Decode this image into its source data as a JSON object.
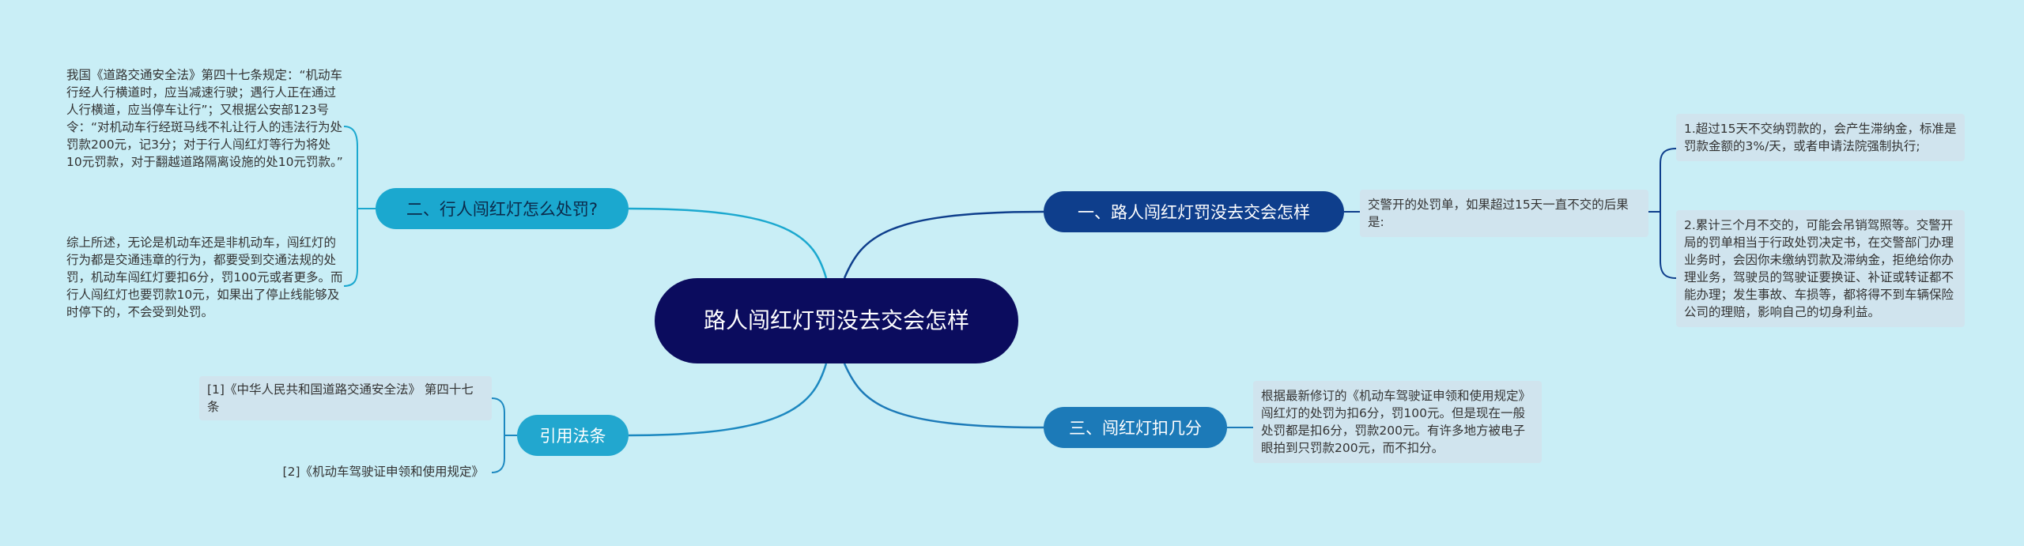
{
  "root": {
    "title": "路人闯红灯罚没去交会怎样"
  },
  "branches": {
    "b1": {
      "label": "一、路人闯红灯罚没去交会怎样"
    },
    "b2": {
      "label": "二、行人闯红灯怎么处罚?"
    },
    "b3": {
      "label": "三、闯红灯扣几分"
    },
    "b4": {
      "label": "引用法条"
    }
  },
  "details": {
    "b1_intro": "交警开的处罚单，如果超过15天一直不交的后果是:",
    "b1_item1": "1.超过15天不交纳罚款的，会产生滞纳金，标准是罚款金额的3%/天，或者申请法院强制执行;",
    "b1_item2": "2.累计三个月不交的，可能会吊销驾照等。交警开局的罚单相当于行政处罚决定书，在交警部门办理业务时，会因你未缴纳罚款及滞纳金，拒绝给你办理业务，驾驶员的驾驶证要换证、补证或转证都不能办理；发生事故、车损等，都将得不到车辆保险公司的理赔，影响自己的切身利益。",
    "b2_text1": "我国《道路交通安全法》第四十七条规定：“机动车行经人行横道时，应当减速行驶；遇行人正在通过人行横道，应当停车让行”；又根据公安部123号令：“对机动车行经斑马线不礼让行人的违法行为处罚款200元，记3分；对于行人闯红灯等行为将处10元罚款，对于翻越道路隔离设施的处10元罚款。”",
    "b2_text2": "综上所述，无论是机动车还是非机动车，闯红灯的行为都是交通违章的行为，都要受到交通法规的处罚，机动车闯红灯要扣6分，罚100元或者更多。而行人闯红灯也要罚款10元，如果出了停止线能够及时停下的，不会受到处罚。",
    "b3_text": "根据最新修订的《机动车驾驶证申领和使用规定》闯红灯的处罚为扣6分，罚100元。但是现在一般处罚都是扣6分，罚款200元。有许多地方被电子眼拍到只罚款200元，而不扣分。",
    "b4_ref1": "[1]《中华人民共和国道路交通安全法》 第四十七条",
    "b4_ref2": "[2]《机动车驾驶证申领和使用规定》"
  },
  "colors": {
    "background": "#c9eef6",
    "root": "#0b0c5e",
    "branch_dark": "#0e3e8c",
    "branch_mid": "#1c7ab8",
    "branch_cyan": "#1ba8cf",
    "detail_box": "#d0e4ee"
  }
}
